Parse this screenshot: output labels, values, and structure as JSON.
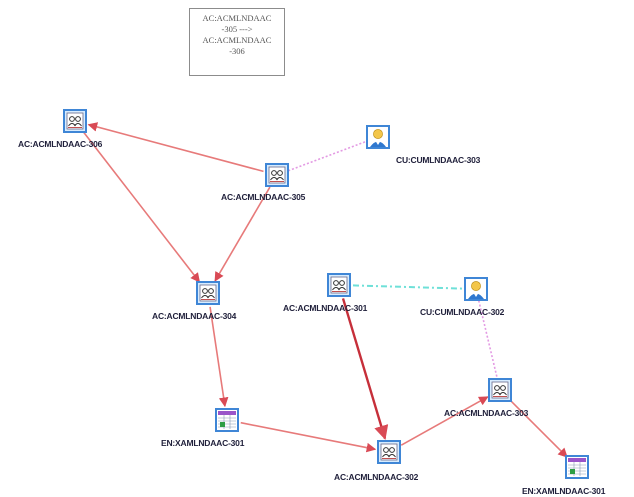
{
  "tooltip": {
    "line1": "AC:ACMLNDAAC",
    "line2": "-305 --->",
    "line3": "AC:ACMLNDAAC",
    "line4": "-306"
  },
  "nodes": [
    {
      "id": "ac306",
      "type": "account",
      "label": "AC:ACMLNDAAC-306"
    },
    {
      "id": "cu303",
      "type": "customer",
      "label": "CU:CUMLNDAAC-303"
    },
    {
      "id": "ac305",
      "type": "account",
      "label": "AC:ACMLNDAAC-305"
    },
    {
      "id": "ac304",
      "type": "account",
      "label": "AC:ACMLNDAAC-304"
    },
    {
      "id": "ac301",
      "type": "account",
      "label": "AC:ACMLNDAAC-301"
    },
    {
      "id": "cu302",
      "type": "customer",
      "label": "CU:CUMLNDAAC-302"
    },
    {
      "id": "ac303",
      "type": "account",
      "label": "AC:ACMLNDAAC-303"
    },
    {
      "id": "en301a",
      "type": "entity",
      "label": "EN:XAMLNDAAC-301"
    },
    {
      "id": "ac302",
      "type": "account",
      "label": "AC:ACMLNDAAC-302"
    },
    {
      "id": "en301b",
      "type": "entity",
      "label": "EN:XAMLNDAAC-301"
    }
  ],
  "edges": [
    {
      "from": "ac305",
      "to": "ac306",
      "style": "transfer"
    },
    {
      "from": "ac305",
      "to": "cu303",
      "style": "ownership"
    },
    {
      "from": "ac305",
      "to": "ac304",
      "style": "transfer"
    },
    {
      "from": "ac306",
      "to": "ac304",
      "style": "transfer"
    },
    {
      "from": "ac304",
      "to": "en301a",
      "style": "transfer"
    },
    {
      "from": "en301a",
      "to": "ac302",
      "style": "transfer"
    },
    {
      "from": "ac301",
      "to": "ac302",
      "style": "transfer-strong"
    },
    {
      "from": "ac301",
      "to": "cu302",
      "style": "relation"
    },
    {
      "from": "cu302",
      "to": "ac303",
      "style": "ownership"
    },
    {
      "from": "ac302",
      "to": "ac303",
      "style": "transfer"
    },
    {
      "from": "ac303",
      "to": "en301b",
      "style": "transfer"
    }
  ],
  "colors": {
    "transfer": "#e77a7a",
    "transfer_strong": "#c62f3a",
    "ownership": "#e39ae3",
    "relation": "#6ee0d8",
    "node_frame": "#3f86d6",
    "label": "#1f1f3a"
  }
}
